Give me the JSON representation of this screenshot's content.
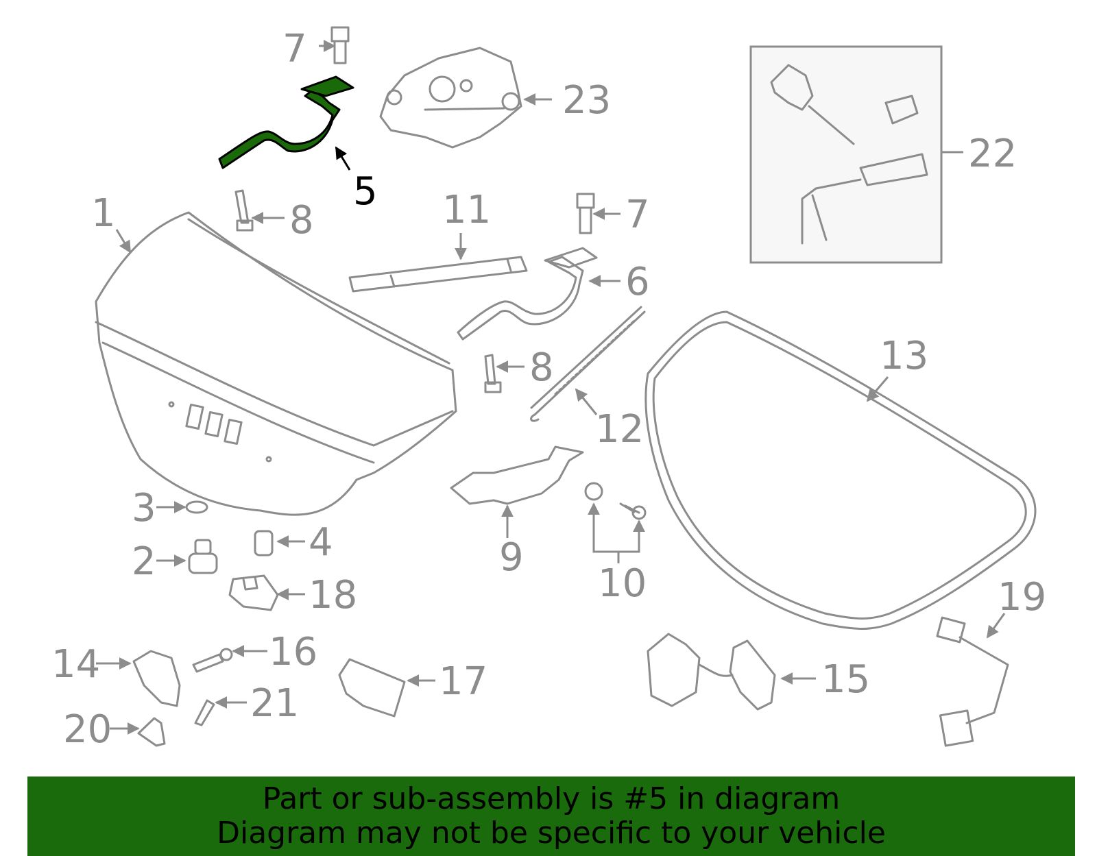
{
  "highlight_color": "#1a6b0c",
  "highlighted_part": "5",
  "callouts": {
    "c1": "1",
    "c2": "2",
    "c3": "3",
    "c4": "4",
    "c5": "5",
    "c6": "6",
    "c7a": "7",
    "c7b": "7",
    "c8a": "8",
    "c8b": "8",
    "c9": "9",
    "c10": "10",
    "c11": "11",
    "c12": "12",
    "c13": "13",
    "c14": "14",
    "c15": "15",
    "c16": "16",
    "c17": "17",
    "c18": "18",
    "c19": "19",
    "c20": "20",
    "c21": "21",
    "c22": "22",
    "c23": "23"
  },
  "banner": {
    "line1": "Part or sub-assembly is #5 in diagram",
    "line2": "Diagram may not be specific to your vehicle"
  }
}
